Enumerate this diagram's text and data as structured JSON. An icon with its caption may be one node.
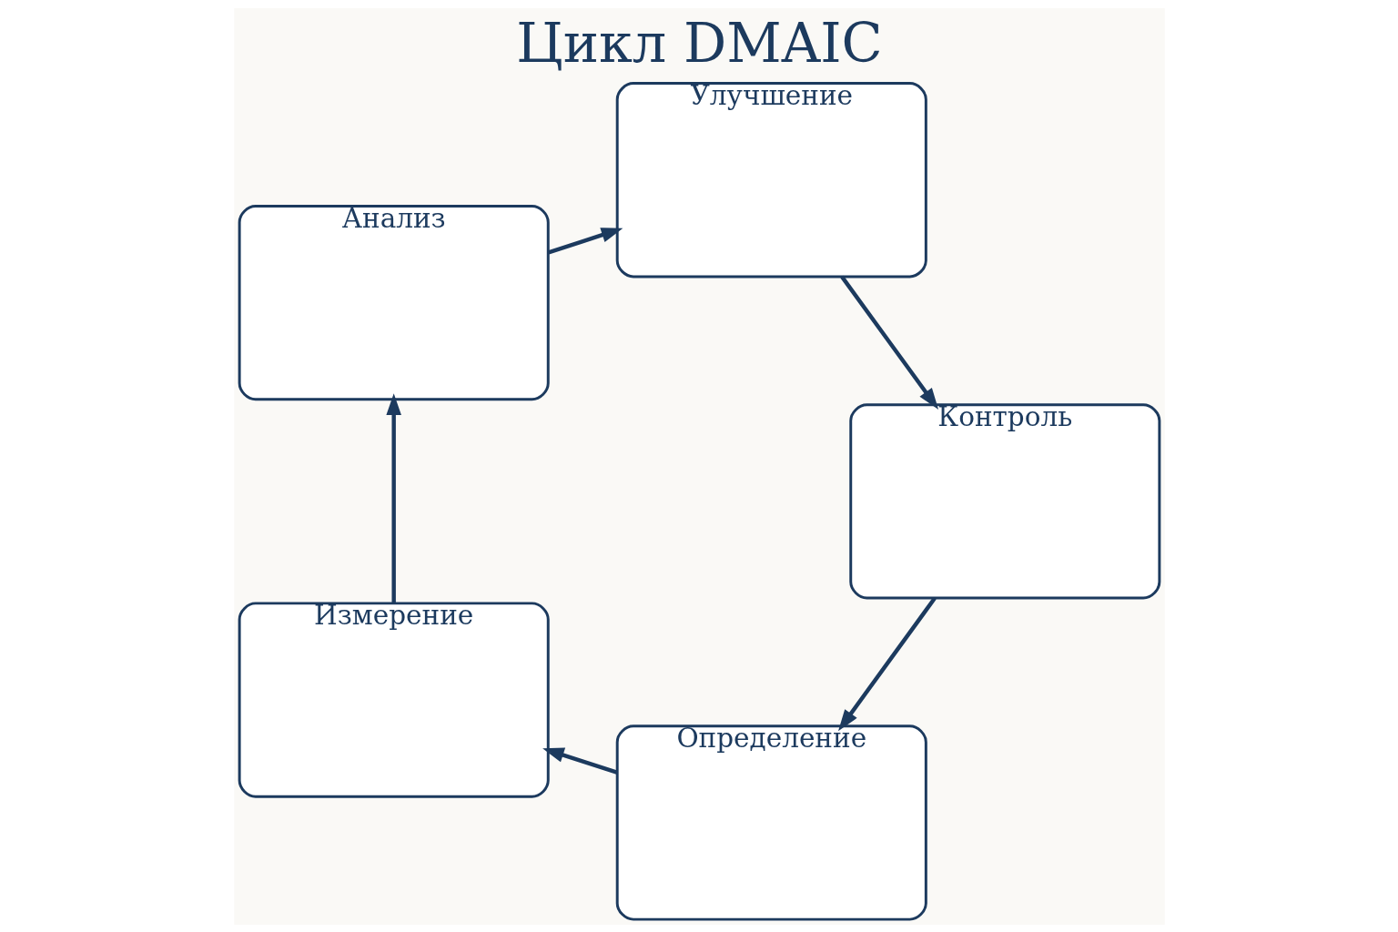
{
  "diagram": {
    "title": "Цикл DMAIC",
    "nodes": [
      {
        "text": [
          "Определение"
        ]
      },
      {
        "text": [
          "Измерение"
        ]
      },
      {
        "text": [
          "Анализ"
        ]
      },
      {
        "text": [
          "Улучшение"
        ]
      },
      {
        "text": [
          "Контроль"
        ]
      }
    ],
    "edges": [
      {
        "from": 0,
        "to": 1,
        "arrow": "to"
      },
      {
        "from": 1,
        "to": 2,
        "arrow": "to"
      },
      {
        "from": 2,
        "to": 3,
        "arrow": "to"
      },
      {
        "from": 3,
        "to": 4,
        "arrow": "to"
      },
      {
        "from": 4,
        "to": 0,
        "arrow": "to"
      }
    ]
  }
}
